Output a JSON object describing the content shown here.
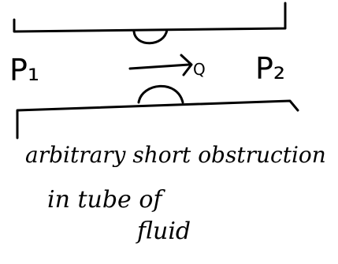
{
  "labels": {
    "pressure_left": "P₁",
    "pressure_right": "P₂",
    "flow": "Q"
  },
  "caption": {
    "line1": "arbitrary short obstruction",
    "line2": "in tube of",
    "line3": "fluid"
  },
  "colors": {
    "ink": "#000000",
    "paper": "#ffffff"
  }
}
